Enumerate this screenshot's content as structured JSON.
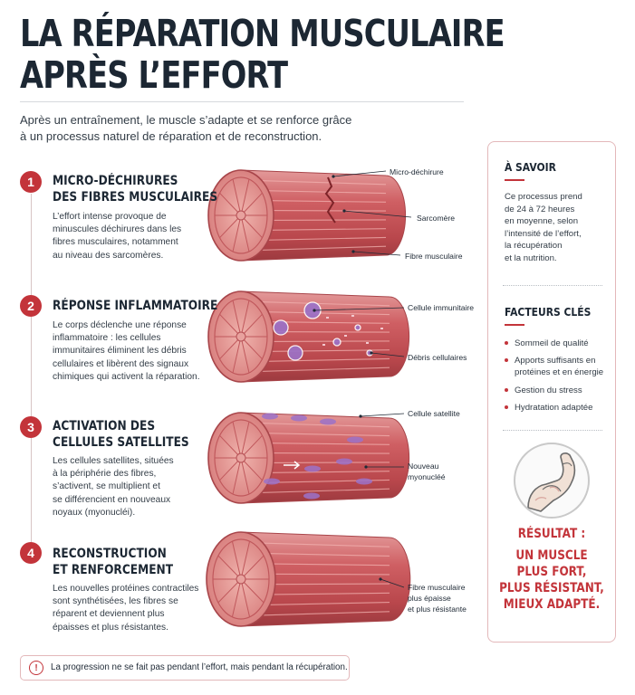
{
  "header": {
    "title_lines": [
      "LA RÉPARATION MUSCULAIRE",
      "APRÈS L’EFFORT"
    ],
    "intro_lines": [
      "Après un entraînement, le muscle s’adapte et se renforce grâce",
      "à un processus naturel de réparation et de reconstruction."
    ]
  },
  "steps": [
    {
      "number": "1",
      "title_lines": [
        "MICRO-DÉCHIRURES",
        "DES FIBRES MUSCULAIRES"
      ],
      "desc_lines": [
        "L’effort intense provoque de",
        "minuscules déchirures dans les",
        "fibres musculaires, notamment",
        "au niveau des sarcomères."
      ],
      "callouts": [
        "Micro-déchirure",
        "Sarcomère",
        "Fibre musculaire"
      ]
    },
    {
      "number": "2",
      "title_lines": [
        "RÉPONSE INFLAMMATOIRE"
      ],
      "desc_lines": [
        "Le corps déclenche une réponse",
        "inflammatoire : les cellules",
        "immunitaires éliminent les débris",
        "cellulaires et libèrent des signaux",
        "chimiques qui activent la réparation."
      ],
      "callouts": [
        "Cellule immunitaire",
        "Débris cellulaires"
      ]
    },
    {
      "number": "3",
      "title_lines": [
        "ACTIVATION DES",
        "CELLULES SATELLITES"
      ],
      "desc_lines": [
        "Les cellules satellites, situées",
        "à la périphérie des fibres,",
        "s’activent, se multiplient et",
        "se différencient en nouveaux",
        "noyaux (myonucléi)."
      ],
      "callouts": [
        "Cellule satellite",
        "Nouveau|myonucléé"
      ]
    },
    {
      "number": "4",
      "title_lines": [
        "RECONSTRUCTION",
        "ET RENFORCEMENT"
      ],
      "desc_lines": [
        "Les nouvelles protéines contractiles",
        "sont synthétisées, les fibres se",
        "réparent et deviennent plus",
        "épaisses et plus résistantes."
      ],
      "callouts": [
        "Fibre musculaire|plus épaisse|et plus résistante"
      ]
    }
  ],
  "sidebar": {
    "know_title": "À SAVOIR",
    "know_lines": [
      "Ce processus prend",
      "de 24 à 72 heures",
      "en moyenne, selon",
      "l’intensité de l’effort,",
      "la récupération",
      "et la nutrition."
    ],
    "factors_title": "FACTEURS CLÉS",
    "factors": [
      [
        "Sommeil de qualité"
      ],
      [
        "Apports suffisants en",
        "protéines et en énergie"
      ],
      [
        "Gestion du stress"
      ],
      [
        "Hydratation adaptée"
      ]
    ],
    "result_label": "RÉSULTAT :",
    "result_lines": [
      "UN MUSCLE",
      "PLUS FORT,",
      "PLUS RÉSISTANT,",
      "MIEUX ADAPTÉ."
    ]
  },
  "footer": {
    "icon": "!",
    "text": "La progression ne se fait pas pendant l’effort, mais pendant la récupération."
  },
  "colors": {
    "accent": "#c3343a",
    "muscle": "#c9545a",
    "muscle_light": "#e08a8c",
    "cell": "#9b72c9",
    "text_dark": "#1c2733"
  }
}
